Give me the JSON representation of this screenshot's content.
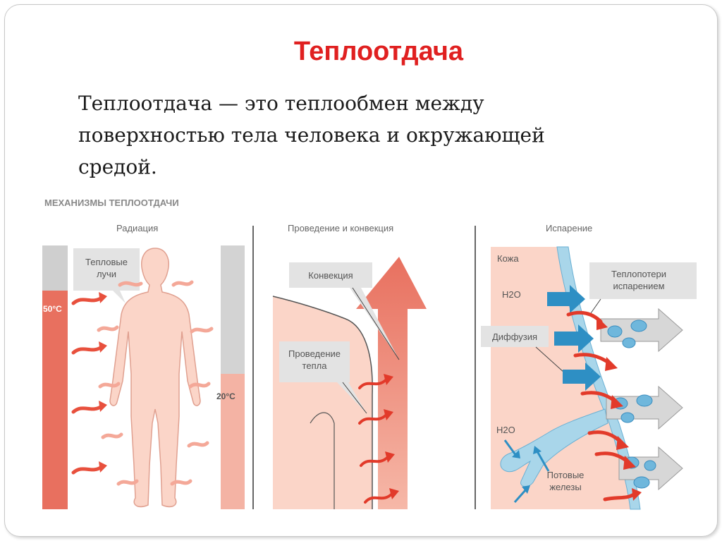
{
  "slide": {
    "title": "Теплоотдача",
    "definition": "Теплоотдача — это теплообмен между поверхностью тела человека и окружающей средой."
  },
  "diagram": {
    "heading": "МЕХАНИЗМЫ ТЕПЛООТДАЧИ",
    "panels": {
      "radiation": {
        "title": "Радиация",
        "rays_label_1": "Тепловые",
        "rays_label_2": "лучи",
        "hot_temp": "50°C",
        "cold_temp": "20°C"
      },
      "conduction": {
        "title": "Проведение и конвекция",
        "convection_label": "Конвекция",
        "conduction_label_1": "Проведение",
        "conduction_label_2": "тепла"
      },
      "evaporation": {
        "title": "Испарение",
        "skin_label": "Кожа",
        "h2o_top": "H2O",
        "loss_label_1": "Теплопотери",
        "loss_label_2": "испарением",
        "diffusion_label": "Диффузия",
        "h2o_bottom": "H2O",
        "glands_label_1": "Потовые",
        "glands_label_2": "железы"
      }
    },
    "colors": {
      "title_red": "#e02020",
      "hot_red": "#e8705f",
      "skin_pink": "#fbd5c8",
      "water_blue": "#a9d6ea",
      "arrow_blue": "#2e8fc4",
      "gray_label": "#e3e3e3"
    }
  }
}
